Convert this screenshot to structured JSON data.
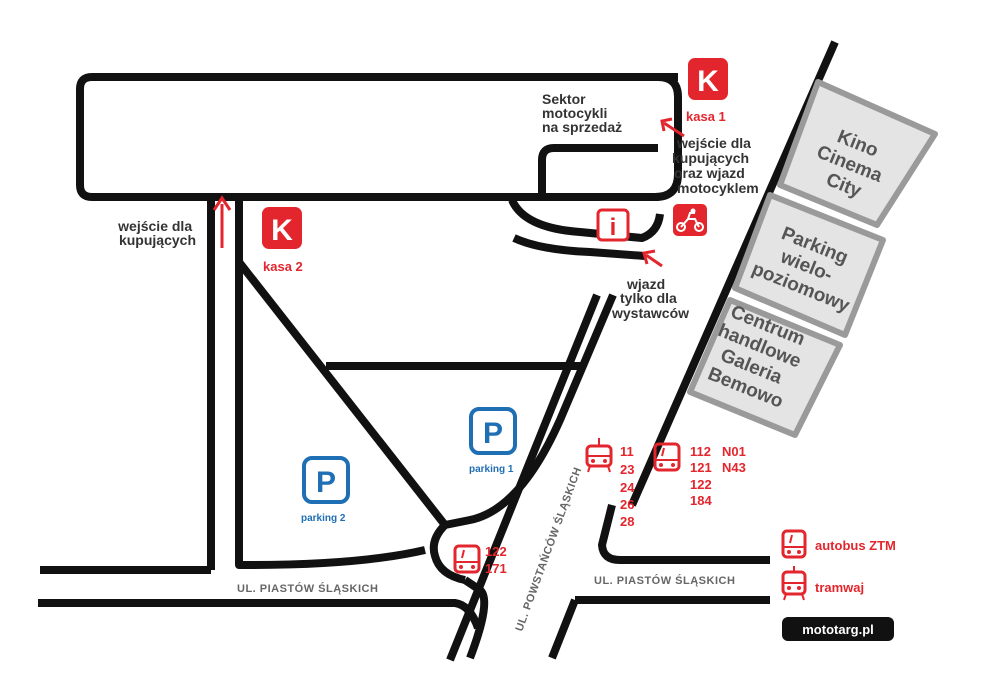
{
  "labels": {
    "sektor": [
      "Sektor",
      "motocykli",
      "na sprzedaż"
    ],
    "kasa1": "kasa  1",
    "kasa2": "kasa  2",
    "kasa_letter": "K",
    "info_letter": "i",
    "wejscie_left": [
      "wejście dla",
      "kupujących"
    ],
    "wejscie_right": [
      "wejście dla",
      "kupujących",
      "oraz wjazd",
      "motocyklem"
    ],
    "wjazd": [
      "wjazd",
      "tylko dla",
      "wystawców"
    ],
    "parking1": "parking  1",
    "parking2": "parking  2",
    "parking_letter": "P"
  },
  "buildings": {
    "kino": [
      "Kino",
      "Cinema",
      "City"
    ],
    "parking": [
      "Parking",
      "wielo-",
      "poziomowy"
    ],
    "galeria": [
      "Centrum",
      "handlowe",
      "Galeria",
      "Bemowo"
    ]
  },
  "streets": {
    "piastow_left": "UL. PIASTÓW ŚLĄSKICH",
    "piastow_right": "UL. PIASTÓW ŚLĄSKICH",
    "powstancow": "UL. POWSTAŃCÓW ŚLĄSKICH"
  },
  "transit": {
    "tram_lines": [
      "11",
      "23",
      "24",
      "26",
      "28"
    ],
    "bus_lines_col1": [
      "112",
      "121",
      "122",
      "184"
    ],
    "bus_lines_col2": [
      "N01",
      "N43"
    ],
    "bus_lines_bottom": [
      "122",
      "171"
    ]
  },
  "legend": {
    "bus": "autobus  ZTM",
    "tram": "tramwaj"
  },
  "brand": "mototarg.pl",
  "colors": {
    "red": "#e3262d",
    "blue": "#1f6fb5",
    "road": "#111111",
    "building_fill": "#e4e4e4",
    "building_stroke": "#9a9a9a"
  }
}
